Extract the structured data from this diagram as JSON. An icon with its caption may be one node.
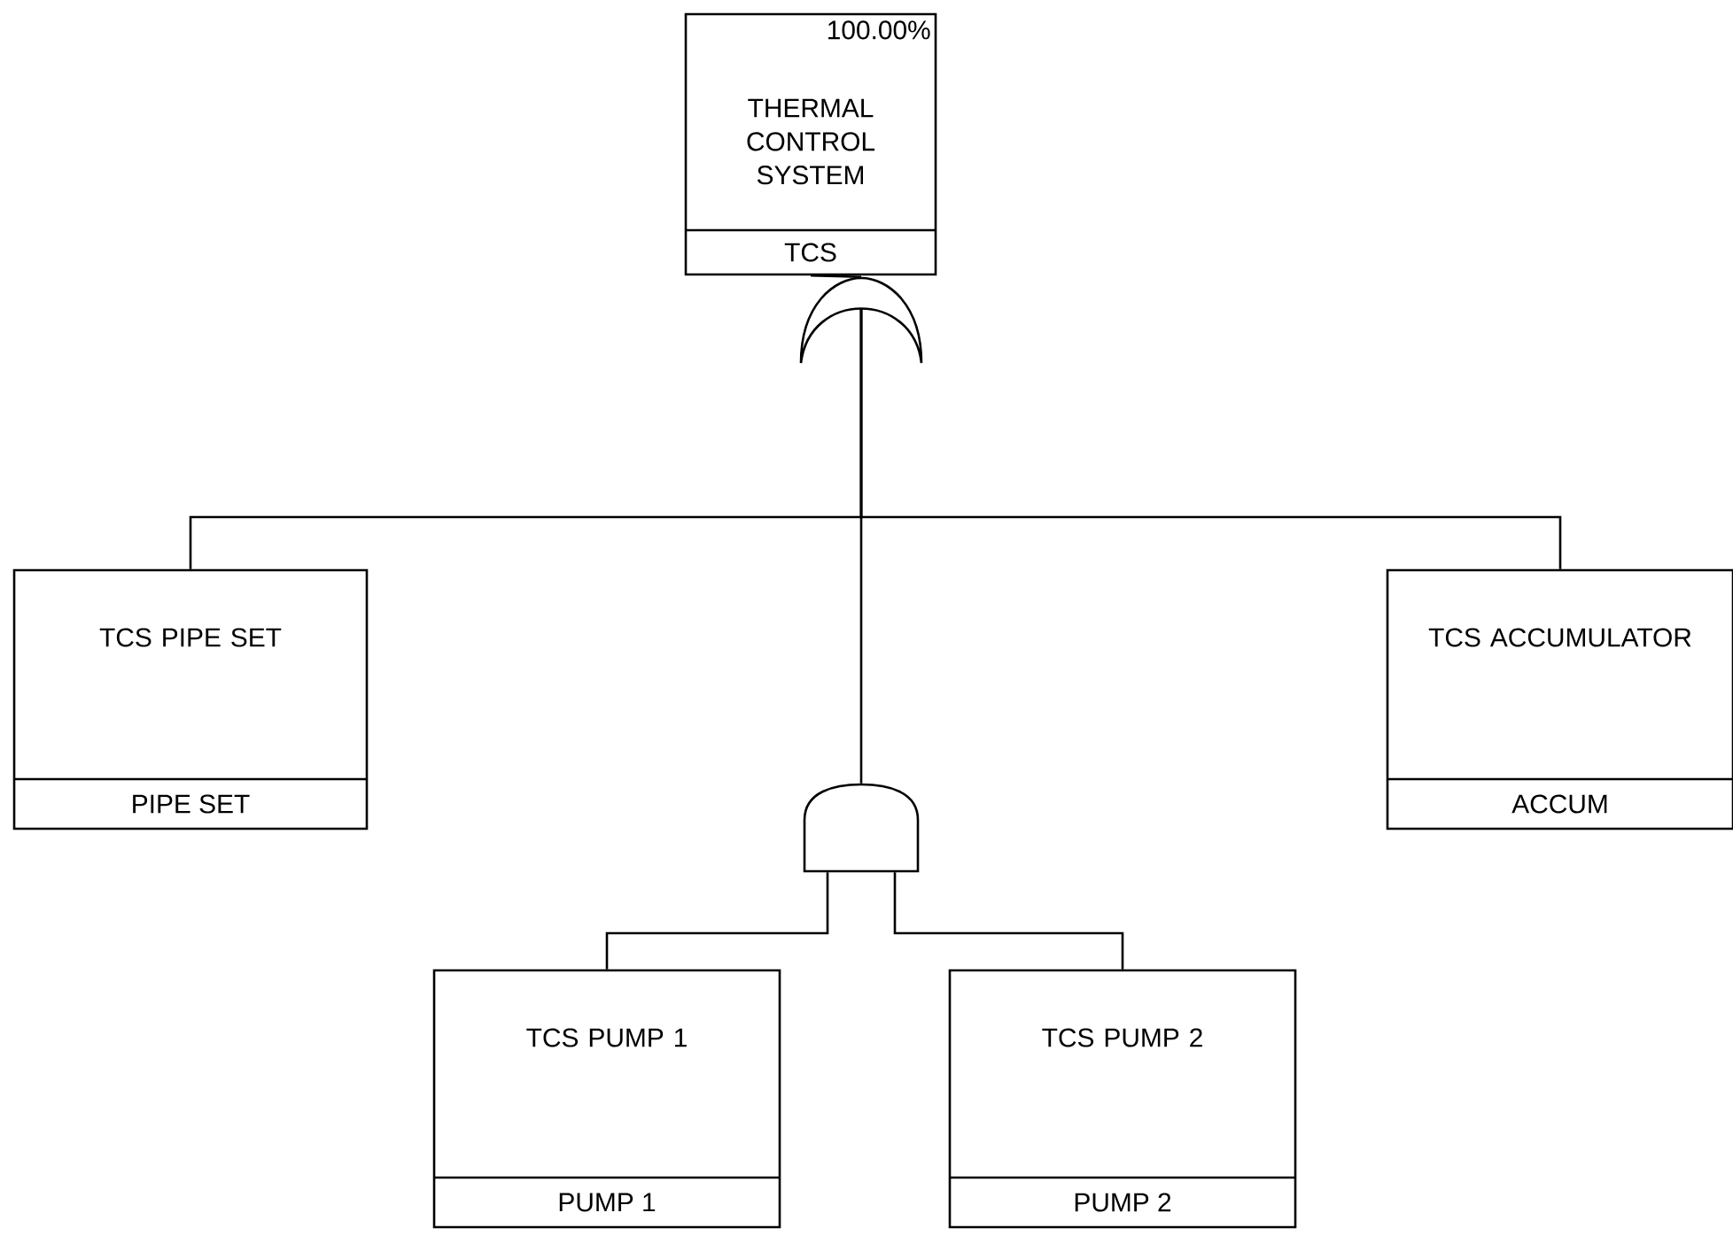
{
  "diagram": {
    "nodes": [
      {
        "text": [
          "100.00%",
          "THERMAL CONTROL SYSTEM",
          "TCS"
        ]
      },
      {
        "text": [],
        "shape": "or-gate"
      },
      {
        "text": [
          "TCS PIPE SET",
          "PIPE SET"
        ]
      },
      {
        "text": [],
        "shape": "and-gate"
      },
      {
        "text": [
          "TCS ACCUMULATOR",
          "ACCUM"
        ]
      },
      {
        "text": [
          "TCS PUMP 1",
          "PUMP 1"
        ]
      },
      {
        "text": [
          "TCS PUMP 2",
          "PUMP 2"
        ]
      }
    ],
    "edges": [
      {
        "from": 0,
        "to": 1,
        "arrow": "none"
      },
      {
        "from": 1,
        "to": 2,
        "arrow": "none"
      },
      {
        "from": 1,
        "to": 3,
        "arrow": "none"
      },
      {
        "from": 1,
        "to": 4,
        "arrow": "none"
      },
      {
        "from": 3,
        "to": 5,
        "arrow": "none"
      },
      {
        "from": 3,
        "to": 6,
        "arrow": "none"
      }
    ]
  }
}
